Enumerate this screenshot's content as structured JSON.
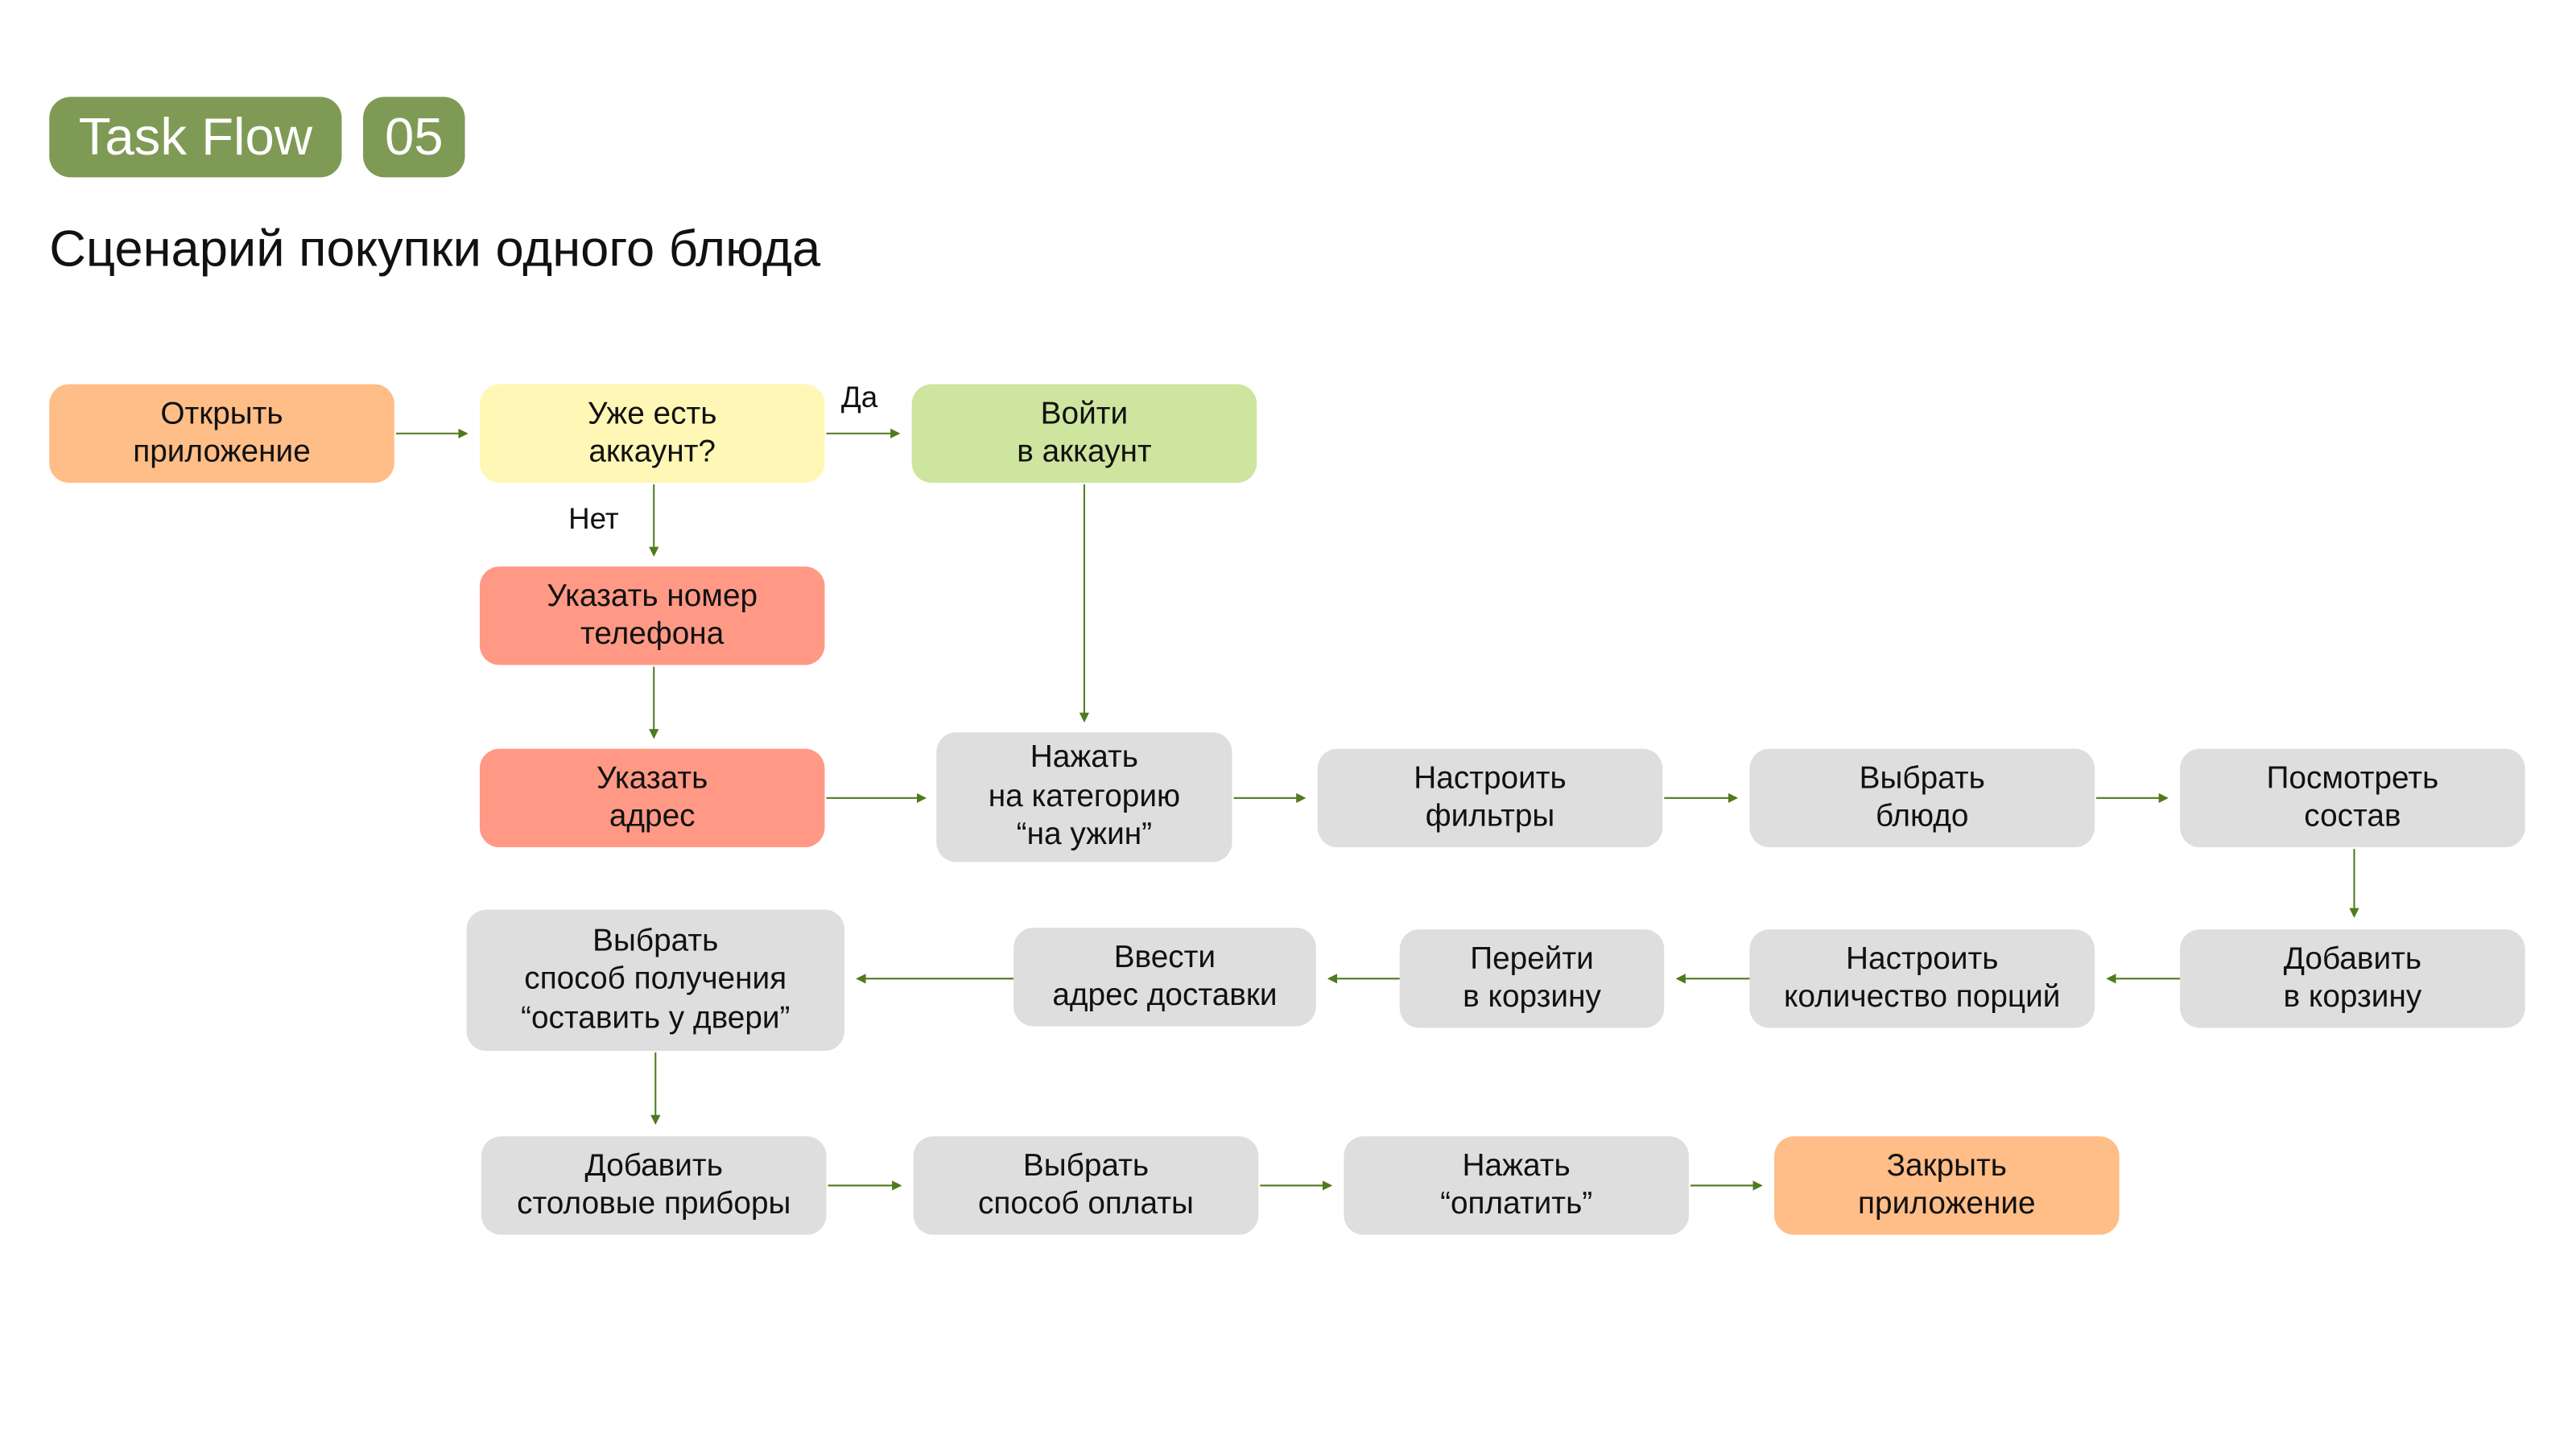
{
  "header": {
    "badge": "Task Flow",
    "number": "05",
    "title": "Сценарий покупки одного блюда"
  },
  "labels": {
    "yes": "Да",
    "no": "Нет"
  },
  "colors": {
    "start_end": "#FFBD87",
    "decision": "#FFF7B5",
    "login": "#CDE59E",
    "registration": "#FF9985",
    "step": "#DEDEDE",
    "arrow": "#4F7A1E",
    "badge": "#7F9A55"
  },
  "nodes": {
    "open_app": "Открыть\nприложение",
    "has_account": "Уже есть\nаккаунт?",
    "login": "Войти\nв аккаунт",
    "phone": "Указать номер\nтелефона",
    "address": "Указать\nадрес",
    "category": "Нажать\nна категорию\n“на ужин”",
    "filters": "Настроить\nфильтры",
    "choose_dish": "Выбрать\nблюдо",
    "view_ingredients": "Посмотреть\nсостав",
    "add_to_cart": "Добавить\nв корзину",
    "portions": "Настроить\nколичество порций",
    "go_to_cart": "Перейти\nв корзину",
    "delivery_address": "Ввести\nадрес доставки",
    "receive_method": "Выбрать\nспособ получения\n“оставить у двери”",
    "cutlery": "Добавить\nстоловые приборы",
    "payment_method": "Выбрать\nспособ оплаты",
    "pay": "Нажать\n“оплатить”",
    "close_app": "Закрыть\nприложение"
  }
}
